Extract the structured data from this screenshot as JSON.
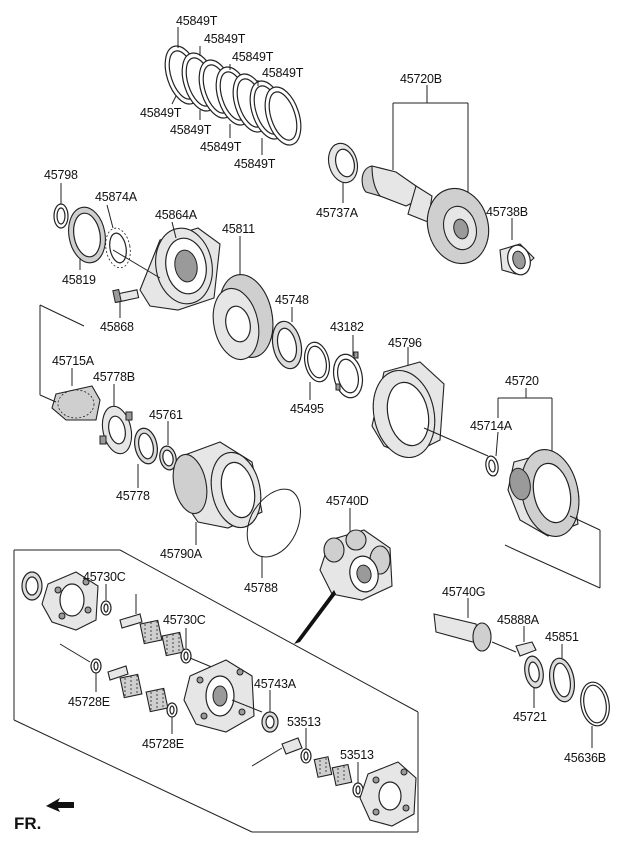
{
  "labels": {
    "p45849T_1": "45849T",
    "p45849T_2": "45849T",
    "p45849T_3": "45849T",
    "p45849T_4": "45849T",
    "p45849T_5": "45849T",
    "p45849T_6": "45849T",
    "p45849T_7": "45849T",
    "p45849T_8": "45849T",
    "p45720B": "45720B",
    "p45737A": "45737A",
    "p45738B": "45738B",
    "p45798": "45798",
    "p45874A": "45874A",
    "p45864A": "45864A",
    "p45811": "45811",
    "p45819": "45819",
    "p45748": "45748",
    "p43182": "43182",
    "p45868": "45868",
    "p45796": "45796",
    "p45715A": "45715A",
    "p45778B": "45778B",
    "p45495": "45495",
    "p45720": "45720",
    "p45761": "45761",
    "p45714A": "45714A",
    "p45778": "45778",
    "p45740D": "45740D",
    "p45790A": "45790A",
    "p45788": "45788",
    "p45730C_1": "45730C",
    "p45730C_2": "45730C",
    "p45740G": "45740G",
    "p45888A": "45888A",
    "p45851": "45851",
    "p45743A": "45743A",
    "p45728E_1": "45728E",
    "p45728E_2": "45728E",
    "p53513_1": "53513",
    "p53513_2": "53513",
    "p45721": "45721",
    "p45636B": "45636B"
  },
  "orientation": {
    "fr_label": "FR.",
    "arrow_icon": "front-arrow-icon"
  }
}
